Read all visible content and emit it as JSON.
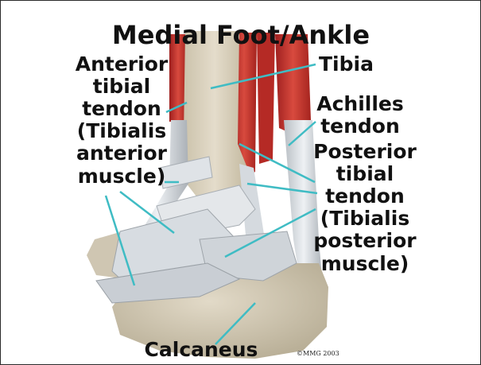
{
  "title": "Medial Foot/Ankle",
  "labels": {
    "anterior_tibial": [
      "Anterior",
      "tibial",
      "tendon",
      "(Tibialis",
      "anterior",
      "muscle)"
    ],
    "tibia": "Tibia",
    "achilles": [
      "Achilles",
      "tendon"
    ],
    "posterior_tibial": [
      "Posterior",
      "tibial",
      "tendon",
      "(Tibialis",
      "posterior",
      "muscle)"
    ],
    "calcaneus": "Calcaneus"
  },
  "copyright": "©MMG 2003",
  "colors": {
    "leader_line": "#3fbcc4",
    "muscle": "#c0302e",
    "bone": "#d9d1bf",
    "tendon": "#d8dde2",
    "background": "#ffffff"
  }
}
